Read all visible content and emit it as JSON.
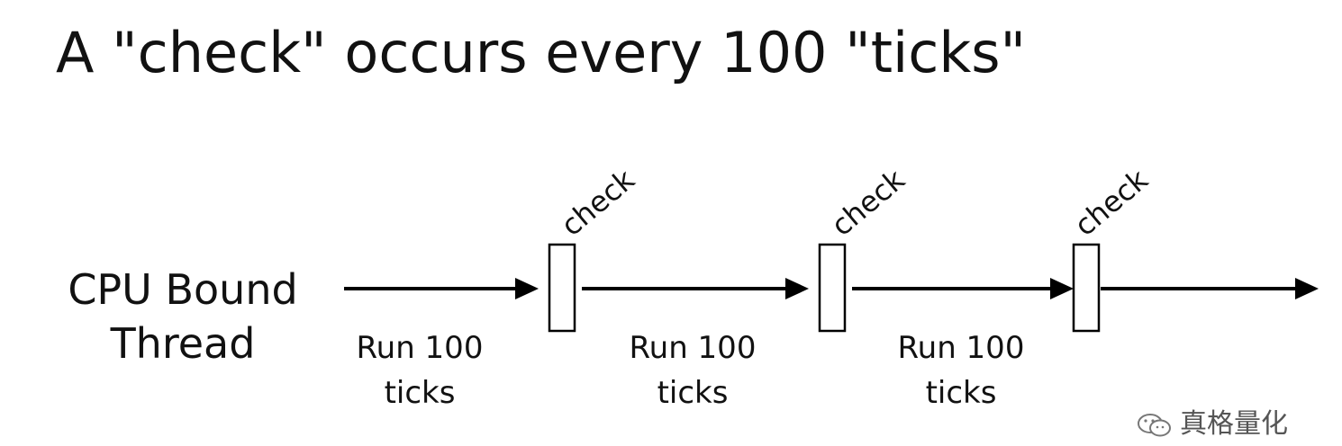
{
  "title": "A \"check\" occurs every 100 \"ticks\"",
  "thread_label": {
    "line1": "CPU Bound",
    "line2": "Thread"
  },
  "segments": [
    {
      "line1": "Run 100",
      "line2": "ticks"
    },
    {
      "line1": "Run 100",
      "line2": "ticks"
    },
    {
      "line1": "Run 100",
      "line2": "ticks"
    }
  ],
  "checks": [
    {
      "label": "check"
    },
    {
      "label": "check"
    },
    {
      "label": "check"
    }
  ],
  "watermark": {
    "text": "真格量化",
    "icon": "wechat-icon"
  }
}
